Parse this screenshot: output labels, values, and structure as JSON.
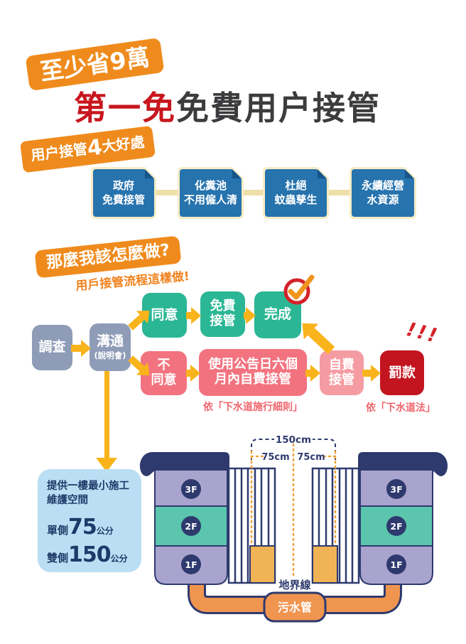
{
  "header": {
    "save_badge": "至少省9萬",
    "title_highlight": "第一免",
    "title_rest": "免費用户接管"
  },
  "benefits": {
    "badge_prefix": "用户接管",
    "badge_number": "4",
    "badge_suffix": "大好處",
    "items": [
      {
        "line1": "政府",
        "line2": "免費接管"
      },
      {
        "line1": "化糞池",
        "line2": "不用僱人清"
      },
      {
        "line1": "杜絕",
        "line2": "蚊蟲孳生"
      },
      {
        "line1": "永續經營",
        "line2": "水資源"
      }
    ]
  },
  "flow": {
    "badge": "那麼我該怎麼做?",
    "caption": "用戶接管流程這樣做!",
    "survey": "調查",
    "comm": "溝通",
    "comm_sub": "(說明會)",
    "agree": "同意",
    "free_line1": "免費",
    "free_line2": "接管",
    "done": "完成",
    "disagree_line1": "不",
    "disagree_line2": "同意",
    "sixmonth_line1": "使用公告日六個",
    "sixmonth_line2": "月內自費接管",
    "selfpay_line1": "自費",
    "selfpay_line2": "接管",
    "fine": "罰款",
    "bang": "!!!",
    "note_rules": "依「下水道施行細則」",
    "note_law": "依「下水道法」"
  },
  "space_box": {
    "line1": "提供一樓最小施工",
    "line2": "維護空間",
    "single_label": "單側",
    "single_value": "75",
    "single_unit": "公分",
    "double_label": "雙側",
    "double_value": "150",
    "double_unit": "公分"
  },
  "diagram": {
    "dim_total": "150cm",
    "dim_left": "75cm",
    "dim_right": "75cm",
    "floors": [
      "3F",
      "2F",
      "1F"
    ],
    "boundary_label": "地界線",
    "pipe_label": "污水管"
  },
  "colors": {
    "orange_badge": "#EF8B1D",
    "title_red": "#C8161E",
    "title_dark": "#3C3C3E",
    "benefit_blue": "#2673AE",
    "benefit_border": "#F6ECC6",
    "flow_gray": "#8E9CB8",
    "flow_teal": "#2BB795",
    "flow_pink": "#F2737F",
    "flow_light_pink": "#F59CA3",
    "flow_dark_red": "#C2151F",
    "arrow_yellow": "#F9B31B",
    "note_red": "#F0666E",
    "info_blue": "#BADFF4",
    "navy": "#2E3A6E",
    "lavender": "#A9A4CE",
    "floor_teal": "#5BC6AD",
    "pipe_orange": "#F0954F",
    "door_orange": "#F0B356"
  }
}
